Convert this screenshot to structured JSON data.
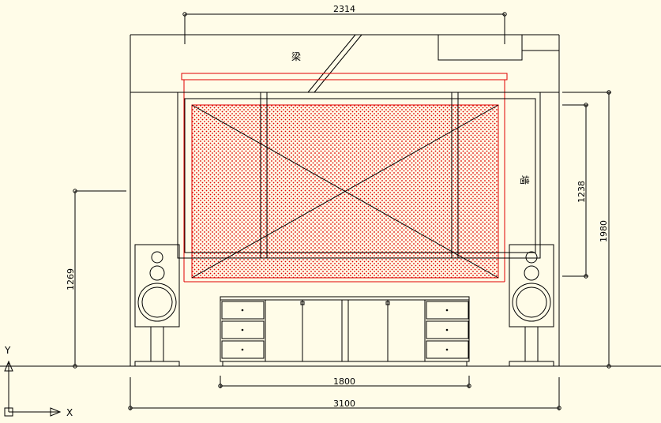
{
  "dimensions": {
    "top_width": "2314",
    "screen_height": "1238",
    "total_height": "1980",
    "left_height": "1269",
    "cabinet_width": "1800",
    "total_width": "3100"
  },
  "labels": {
    "beam": "梁",
    "wall": "墙"
  },
  "axes": {
    "x": "X",
    "y": "Y"
  },
  "colors": {
    "background": "#fffce8",
    "line": "#000000",
    "screen": "#e00000"
  }
}
